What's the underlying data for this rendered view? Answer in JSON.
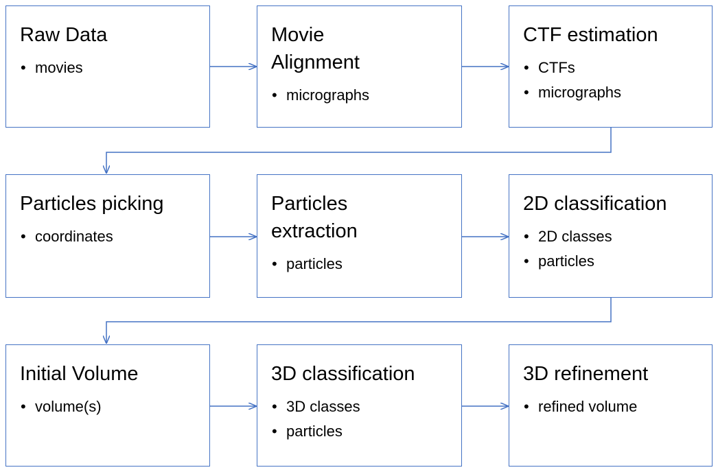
{
  "colors": {
    "border": "#4472c4",
    "arrow": "#4472c4",
    "text": "#000000",
    "background": "#ffffff"
  },
  "steps": [
    {
      "id": "raw-data",
      "title": "Raw Data",
      "items": [
        "movies"
      ]
    },
    {
      "id": "movie-alignment",
      "title": "Movie Alignment",
      "items": [
        "micrographs"
      ]
    },
    {
      "id": "ctf-estimation",
      "title": "CTF estimation",
      "items": [
        "CTFs",
        "micrographs"
      ]
    },
    {
      "id": "particles-picking",
      "title": "Particles picking",
      "items": [
        "coordinates"
      ]
    },
    {
      "id": "particles-extraction",
      "title": "Particles extraction",
      "items": [
        "particles"
      ]
    },
    {
      "id": "2d-classification",
      "title": "2D classification",
      "items": [
        "2D classes",
        "particles"
      ]
    },
    {
      "id": "initial-volume",
      "title": "Initial Volume",
      "items": [
        "volume(s)"
      ]
    },
    {
      "id": "3d-classification",
      "title": "3D classification",
      "items": [
        "3D classes",
        "particles"
      ]
    },
    {
      "id": "3d-refinement",
      "title": "3D refinement",
      "items": [
        "refined volume"
      ]
    }
  ],
  "flow": [
    [
      "raw-data",
      "movie-alignment"
    ],
    [
      "movie-alignment",
      "ctf-estimation"
    ],
    [
      "ctf-estimation",
      "particles-picking"
    ],
    [
      "particles-picking",
      "particles-extraction"
    ],
    [
      "particles-extraction",
      "2d-classification"
    ],
    [
      "2d-classification",
      "initial-volume"
    ],
    [
      "initial-volume",
      "3d-classification"
    ],
    [
      "3d-classification",
      "3d-refinement"
    ]
  ]
}
